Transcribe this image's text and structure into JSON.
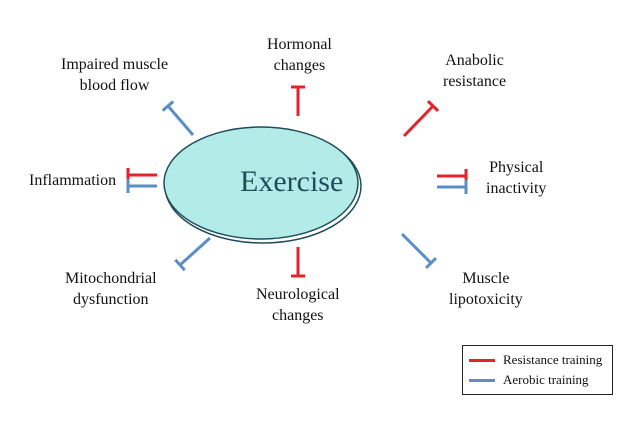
{
  "center": {
    "label": "Exercise",
    "fill": "#b3ebe9",
    "stroke": "#1f4d5a"
  },
  "colors": {
    "resistance": "#e5232a",
    "aerobic": "#5b8ec4"
  },
  "factors": [
    {
      "id": "impaired-muscle-blood-flow",
      "lines": [
        "Impaired muscle",
        "blood flow"
      ],
      "inhibitors": [
        "aerobic"
      ]
    },
    {
      "id": "hormonal-changes",
      "lines": [
        "Hormonal",
        "changes"
      ],
      "inhibitors": [
        "resistance"
      ]
    },
    {
      "id": "anabolic-resistance",
      "lines": [
        "Anabolic",
        "resistance"
      ],
      "inhibitors": [
        "resistance"
      ]
    },
    {
      "id": "inflammation",
      "lines": [
        "Inflammation"
      ],
      "inhibitors": [
        "resistance",
        "aerobic"
      ]
    },
    {
      "id": "physical-inactivity",
      "lines": [
        "Physical",
        "inactivity"
      ],
      "inhibitors": [
        "resistance",
        "aerobic"
      ]
    },
    {
      "id": "mitochondrial-dysfunction",
      "lines": [
        "Mitochondrial",
        "dysfunction"
      ],
      "inhibitors": [
        "aerobic"
      ]
    },
    {
      "id": "neurological-changes",
      "lines": [
        "Neurological",
        "changes"
      ],
      "inhibitors": [
        "resistance"
      ]
    },
    {
      "id": "muscle-lipotoxicity",
      "lines": [
        "Muscle",
        "lipotoxicity"
      ],
      "inhibitors": [
        "aerobic"
      ]
    }
  ],
  "legend": {
    "items": [
      {
        "key": "resistance",
        "label": "Resistance training"
      },
      {
        "key": "aerobic",
        "label": "Aerobic training"
      }
    ]
  }
}
